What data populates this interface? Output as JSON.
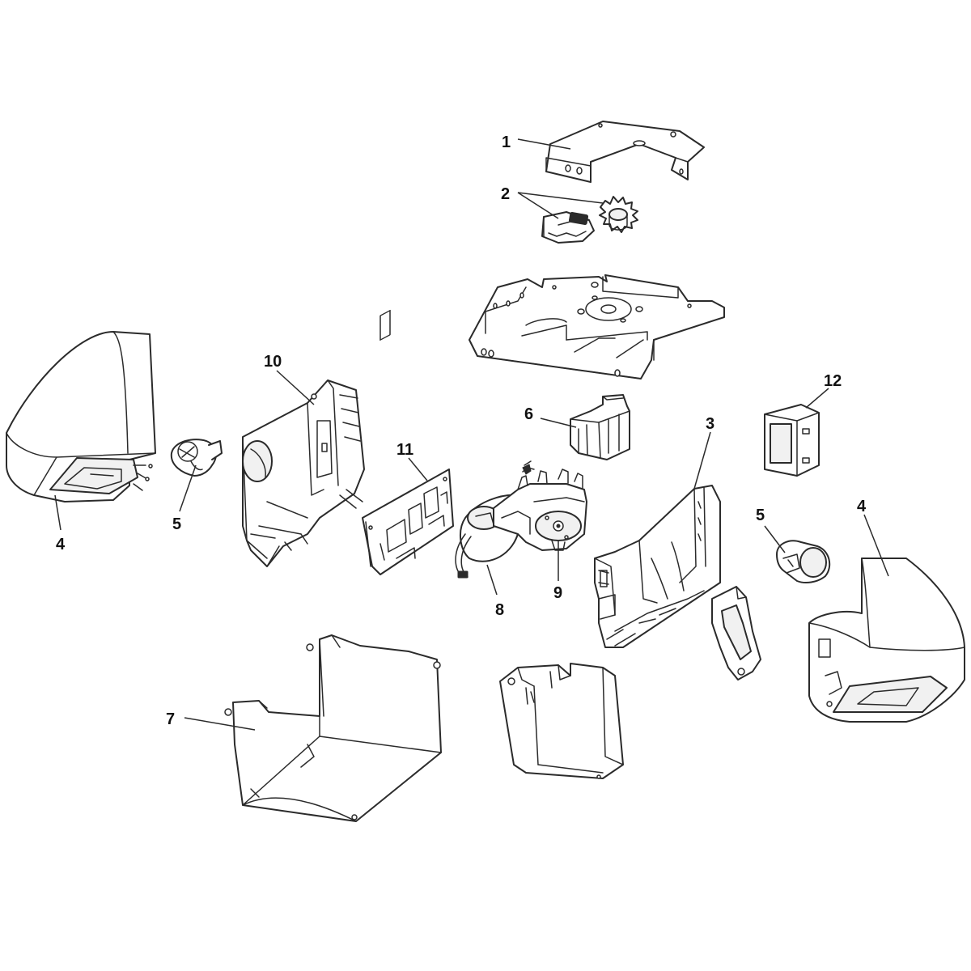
{
  "callouts": {
    "c1": "1",
    "c2": "2",
    "c3": "3",
    "c4a": "4",
    "c4b": "4",
    "c5a": "5",
    "c5b": "5",
    "c6": "6",
    "c7": "7",
    "c8": "8",
    "c9": "9",
    "c10": "10",
    "c11": "11",
    "c12": "12"
  }
}
